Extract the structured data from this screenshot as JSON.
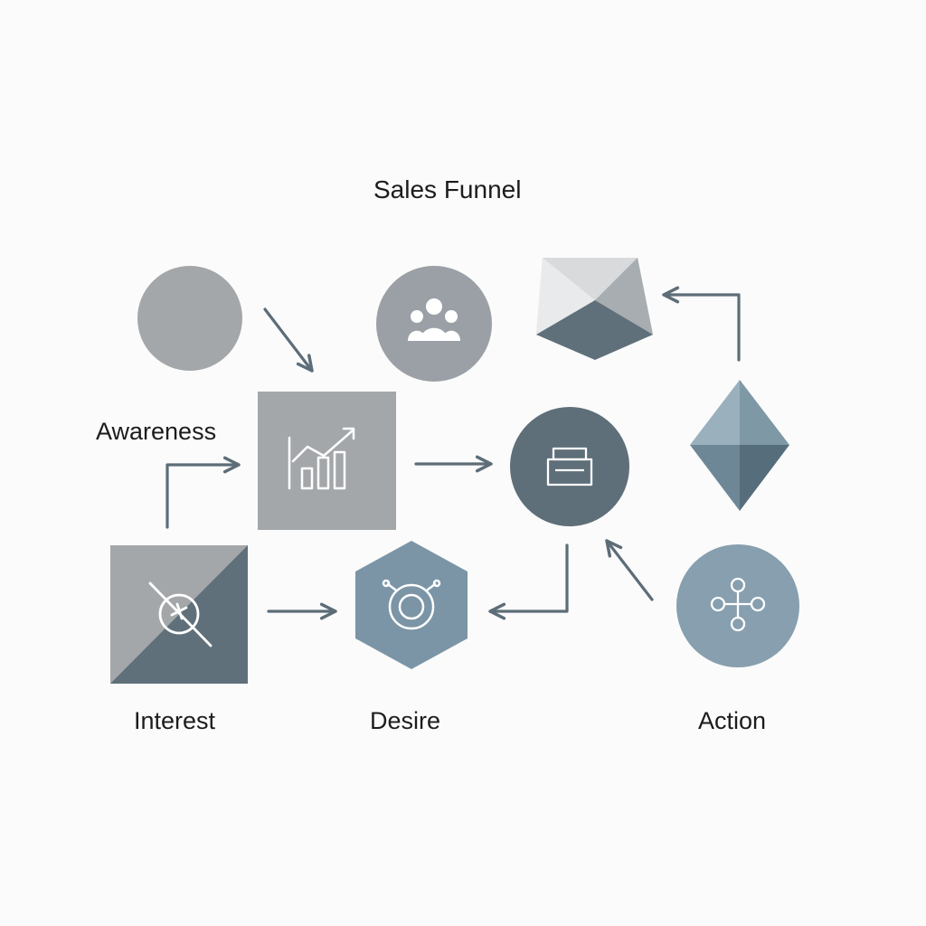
{
  "diagram": {
    "title": "Sales Funnel",
    "stages": {
      "awareness": "Awareness",
      "interest": "Interest",
      "desire": "Desire",
      "action": "Action"
    }
  },
  "colors": {
    "light_gray": "#a4a7aa",
    "mid_gray": "#8e959b",
    "dark_slate": "#5e6f79",
    "blue_gray": "#879fae",
    "pale": "#d8dadc",
    "arrow": "#5d6d78",
    "icon_line": "#ffffff"
  },
  "icons": [
    "circle-shape",
    "people-group-icon",
    "envelope-shape",
    "bar-chart-growth-icon",
    "printer-icon",
    "diamond-shape",
    "crossed-target-icon",
    "ring-gauge-icon",
    "network-nodes-icon"
  ]
}
